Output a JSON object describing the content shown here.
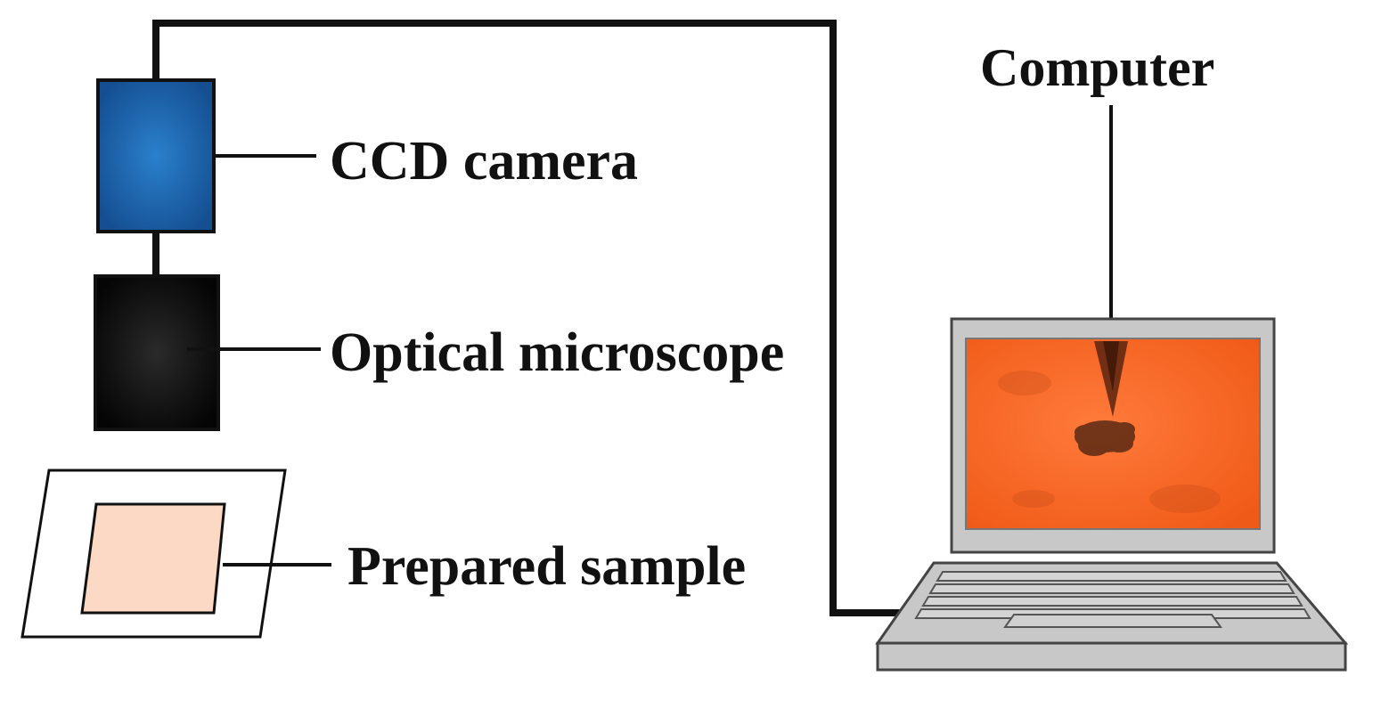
{
  "labels": {
    "ccd_camera": "CCD camera",
    "optical_microscope": "Optical microscope",
    "prepared_sample": "Prepared sample",
    "computer": "Computer"
  },
  "colors": {
    "line": "#111111",
    "camera_fill": "#1a5ea8",
    "camera_center": "#2a7cc8",
    "microscope_fill": "#0a0a0a",
    "sample_fill": "#fcd9c4",
    "laptop_body": "#c8c8c8",
    "laptop_screen_bg": "#ff6a2a",
    "laptop_edge": "#555555"
  }
}
